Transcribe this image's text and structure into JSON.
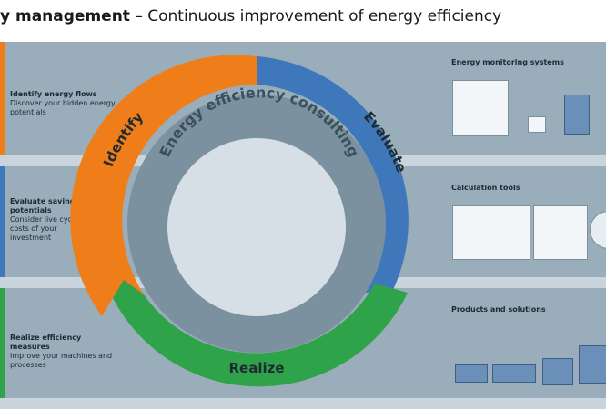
{
  "header": {
    "title_bold": "y management",
    "title_rest": " – Continuous improvement of energy efficiency"
  },
  "diagram": {
    "center_label": "Energy efficiency consulting",
    "segments": [
      {
        "label": "Identify",
        "color": "#ef7d1a"
      },
      {
        "label": "Evaluate",
        "color": "#3e78ba"
      },
      {
        "label": "Realize",
        "color": "#2ea34a"
      }
    ],
    "inner_ring_color": "#7b919f",
    "core_color": "#d6dfe5"
  },
  "left_panel": [
    {
      "heading": "Identify energy flows",
      "body": "Discover your hidden energy potentials",
      "color": "#ef7d1a"
    },
    {
      "heading": "Evaluate saving potentials",
      "body": "Consider live cycle costs of your investment",
      "color": "#3e78ba"
    },
    {
      "heading": "Realize efficiency measures",
      "body": "Improve your machines and processes",
      "color": "#2ea34a"
    }
  ],
  "right_panel": [
    {
      "heading": "Energy monitoring systems",
      "icons": [
        "energy-meter-icon",
        "display-panel-icon",
        "circuit-breaker-icon"
      ]
    },
    {
      "heading": "Calculation tools",
      "icons": [
        "software-screenshot-icon",
        "chart-display-icon",
        "cd-icon"
      ]
    },
    {
      "heading": "Products and solutions",
      "icons": [
        "motor-icon",
        "gearbox-icon",
        "control-cabinet-icon",
        "drive-unit-icon"
      ]
    }
  ]
}
